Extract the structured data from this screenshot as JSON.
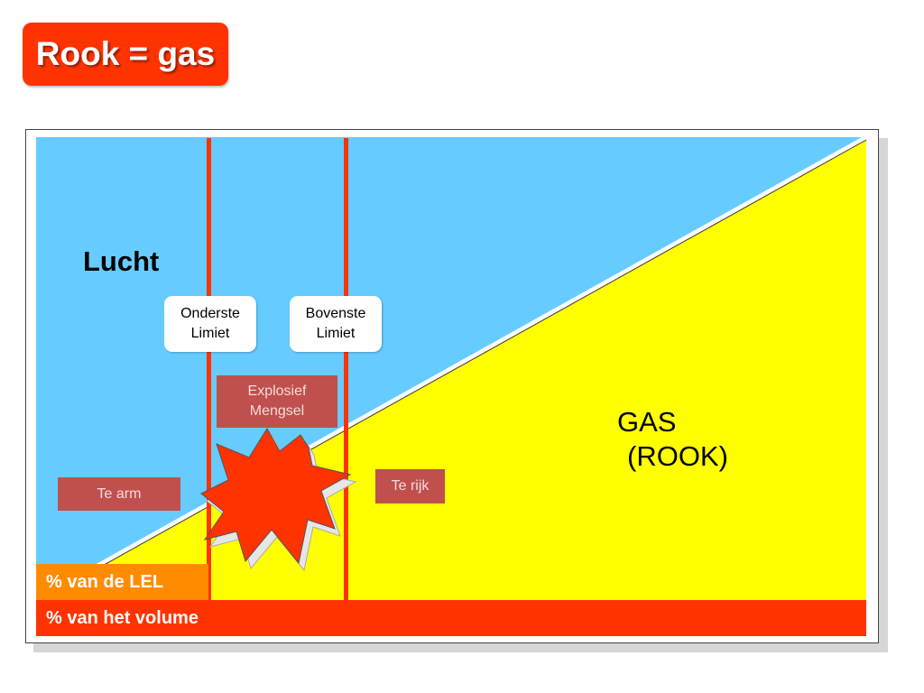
{
  "title": "Rook = gas",
  "labels": {
    "air": "Lucht",
    "gas_line1": "GAS",
    "gas_line2": "(ROOK)"
  },
  "limits": {
    "lower_line1": "Onderste",
    "lower_line2": "Limiet",
    "upper_line1": "Bovenste",
    "upper_line2": "Limiet"
  },
  "zones": {
    "explosive_line1": "Explosief",
    "explosive_line2": "Mengsel",
    "too_lean": "Te arm",
    "too_rich": "Te rijk"
  },
  "bands": {
    "lel": "% van de LEL",
    "volume": "% van het volume"
  },
  "colors": {
    "title_bg": "#ff3300",
    "air": "#66ccff",
    "gas": "#ffff00",
    "limit_line": "#ff3300",
    "zone_box": "#c0504d",
    "lel_band": "#ff8c00",
    "volume_band": "#ff3300",
    "explosion": "#ff3300"
  }
}
